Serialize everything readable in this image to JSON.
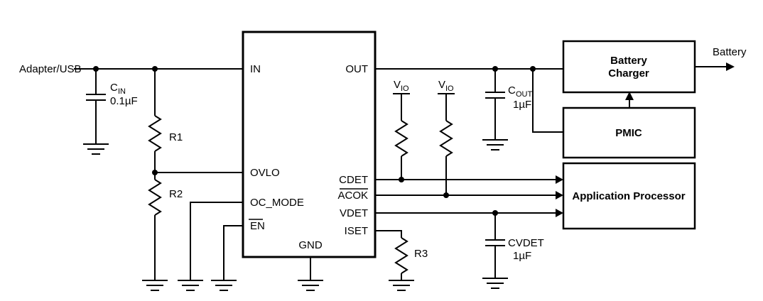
{
  "diagram": {
    "input_label": "Adapter/USB",
    "output_label": "Battery",
    "ic": {
      "pins": {
        "in": "IN",
        "out": "OUT",
        "ovlo": "OVLO",
        "oc_mode": "OC_MODE",
        "en": "EN",
        "gnd": "GND",
        "cdet": "CDET",
        "acok": "ACOK",
        "vdet": "VDET",
        "iset": "ISET"
      }
    },
    "components": {
      "cin": {
        "name": "C",
        "sub": "IN",
        "value": "0.1µF"
      },
      "cout": {
        "name": "C",
        "sub": "OUT",
        "value": "1µF"
      },
      "cvdet": {
        "name": "CVDET",
        "value": "1µF"
      },
      "r1": "R1",
      "r2": "R2",
      "r3": "R3",
      "vio": {
        "name": "V",
        "sub": "IO"
      }
    },
    "blocks": {
      "battery_charger_line1": "Battery",
      "battery_charger_line2": "Charger",
      "pmic": "PMIC",
      "application_processor": "Application Processor"
    },
    "colors": {
      "line": "#000000",
      "background": "#ffffff"
    }
  }
}
